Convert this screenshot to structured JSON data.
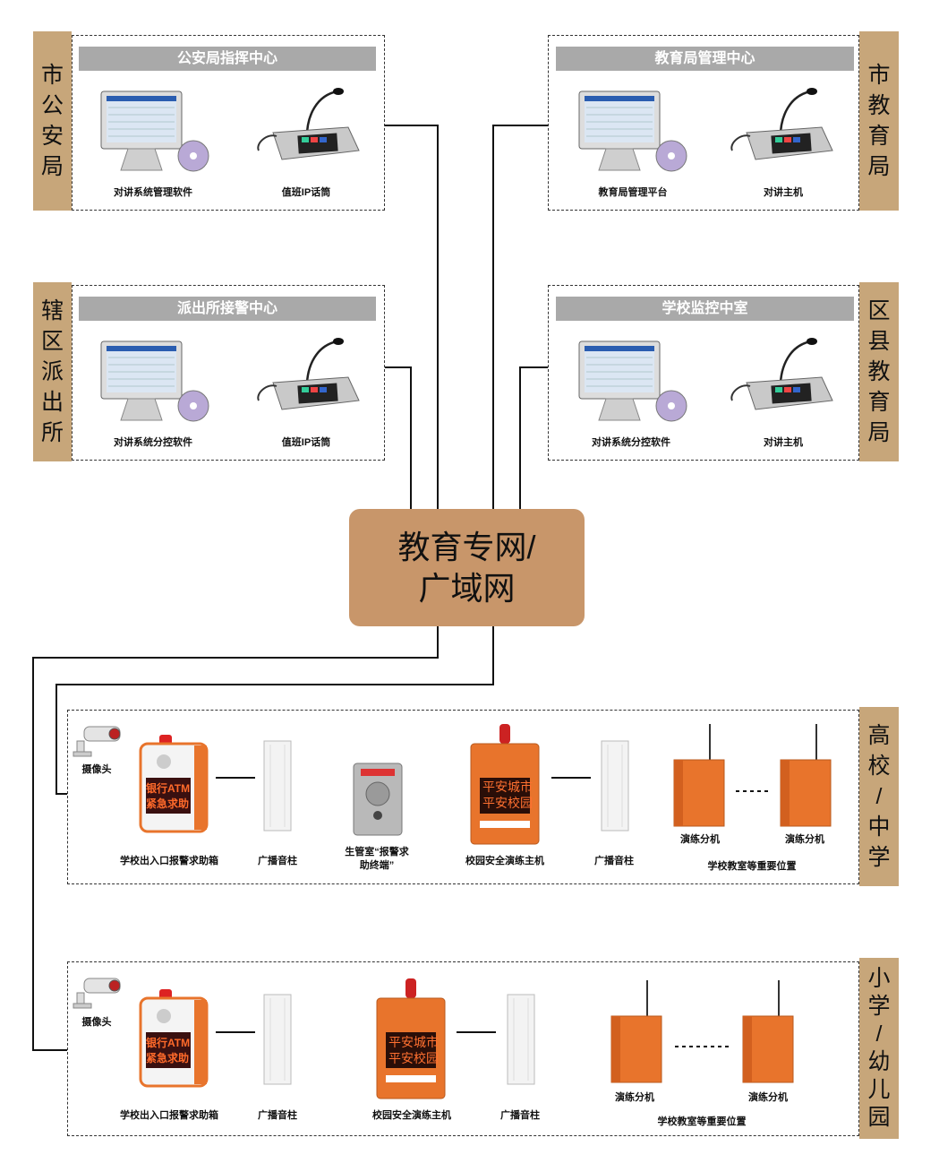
{
  "hub": {
    "line1": "教育专网/",
    "line2": "广域网"
  },
  "top_left": {
    "side": [
      "市",
      "公",
      "安",
      "局"
    ],
    "header": "公安局指挥中心",
    "items": [
      "对讲系统管理软件",
      "值班IP话筒"
    ]
  },
  "top_right": {
    "side": [
      "市",
      "教",
      "育",
      "局"
    ],
    "header": "教育局管理中心",
    "items": [
      "教育局管理平台",
      "对讲主机"
    ]
  },
  "mid_left": {
    "side": [
      "辖",
      "区",
      "派",
      "出",
      "所"
    ],
    "header": "派出所接警中心",
    "items": [
      "对讲系统分控软件",
      "值班IP话筒"
    ]
  },
  "mid_right": {
    "side": [
      "区",
      "县",
      "教",
      "育",
      "局"
    ],
    "header": "学校监控中室",
    "items": [
      "对讲系统分控软件",
      "对讲主机"
    ]
  },
  "college": {
    "side": [
      "高",
      "校",
      "/",
      "中",
      "学"
    ],
    "camera": "摄像头",
    "alarm_box": "学校出入口报警求助箱",
    "speaker1": "广播音柱",
    "guard": "生管室“报警求助终端”",
    "drill_host": "校园安全演练主机",
    "speaker2": "广播音柱",
    "sub1": "演练分机",
    "sub2": "演练分机",
    "location": "学校教室等重要位置"
  },
  "primary": {
    "side": [
      "小",
      "学",
      "/",
      "幼",
      "儿",
      "园"
    ],
    "camera": "摄像头",
    "alarm_box": "学校出入口报警求助箱",
    "speaker1": "广播音柱",
    "drill_host": "校园安全演练主机",
    "speaker2": "广播音柱",
    "sub1": "演练分机",
    "sub2": "演练分机",
    "location": "学校教室等重要位置"
  },
  "device_text": {
    "atm_line1": "银行ATM",
    "atm_line2": "紧急求助",
    "safe_line1": "平安城市",
    "safe_line2": "平安校园",
    "sub_label": "紧急求助"
  },
  "colors": {
    "tab": "#c7a67a",
    "hub": "#c8966a",
    "header": "#a9a9a9",
    "device_orange": "#e8742c"
  }
}
